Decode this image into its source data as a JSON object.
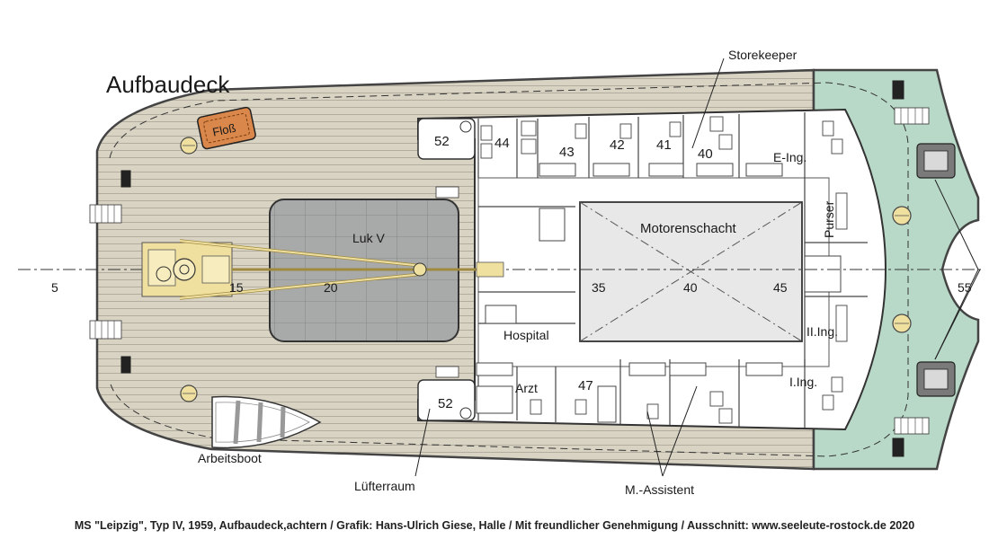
{
  "title": "Aufbaudeck",
  "caption": "MS \"Leipzig\", Typ IV, 1959, Aufbaudeck,achtern / Grafik: Hans-Ulrich Giese, Halle / Mit freundlicher Genehmigung / Ausschnitt: www.seeleute-rostock.de 2020",
  "colors": {
    "deck_wood": "#d8d3c3",
    "plank_line": "#a9a496",
    "forecastle_green": "#b8d8c8",
    "hatch_gray": "#a8aaa9",
    "hull_outline": "#444444",
    "raft_orange": "#d9874a",
    "crane_yellow": "#efe0a0",
    "engine_casing": "#e8e8e8"
  },
  "labels": {
    "floss": "Floß",
    "luk": "Luk V",
    "motorenschacht": "Motorenschacht",
    "storekeeper": "Storekeeper",
    "e_ing": "E-Ing.",
    "purser": "Purser",
    "ii_ing": "II.Ing.",
    "i_ing": "I.Ing.",
    "hospital": "Hospital",
    "arzt": "Arzt",
    "arbeitsboot": "Arbeitsboot",
    "luefterraum": "Lüfterraum",
    "m_assistent": "M.-Assistent"
  },
  "cabin_numbers": {
    "n52_top": "52",
    "n44": "44",
    "n43": "43",
    "n42": "42",
    "n41": "41",
    "n40": "40",
    "n52_bottom": "52",
    "n47": "47"
  },
  "frame_numbers": {
    "f5": "5",
    "f15": "15",
    "f20": "20",
    "f35": "35",
    "f40": "40",
    "f45": "45",
    "f55": "55"
  }
}
